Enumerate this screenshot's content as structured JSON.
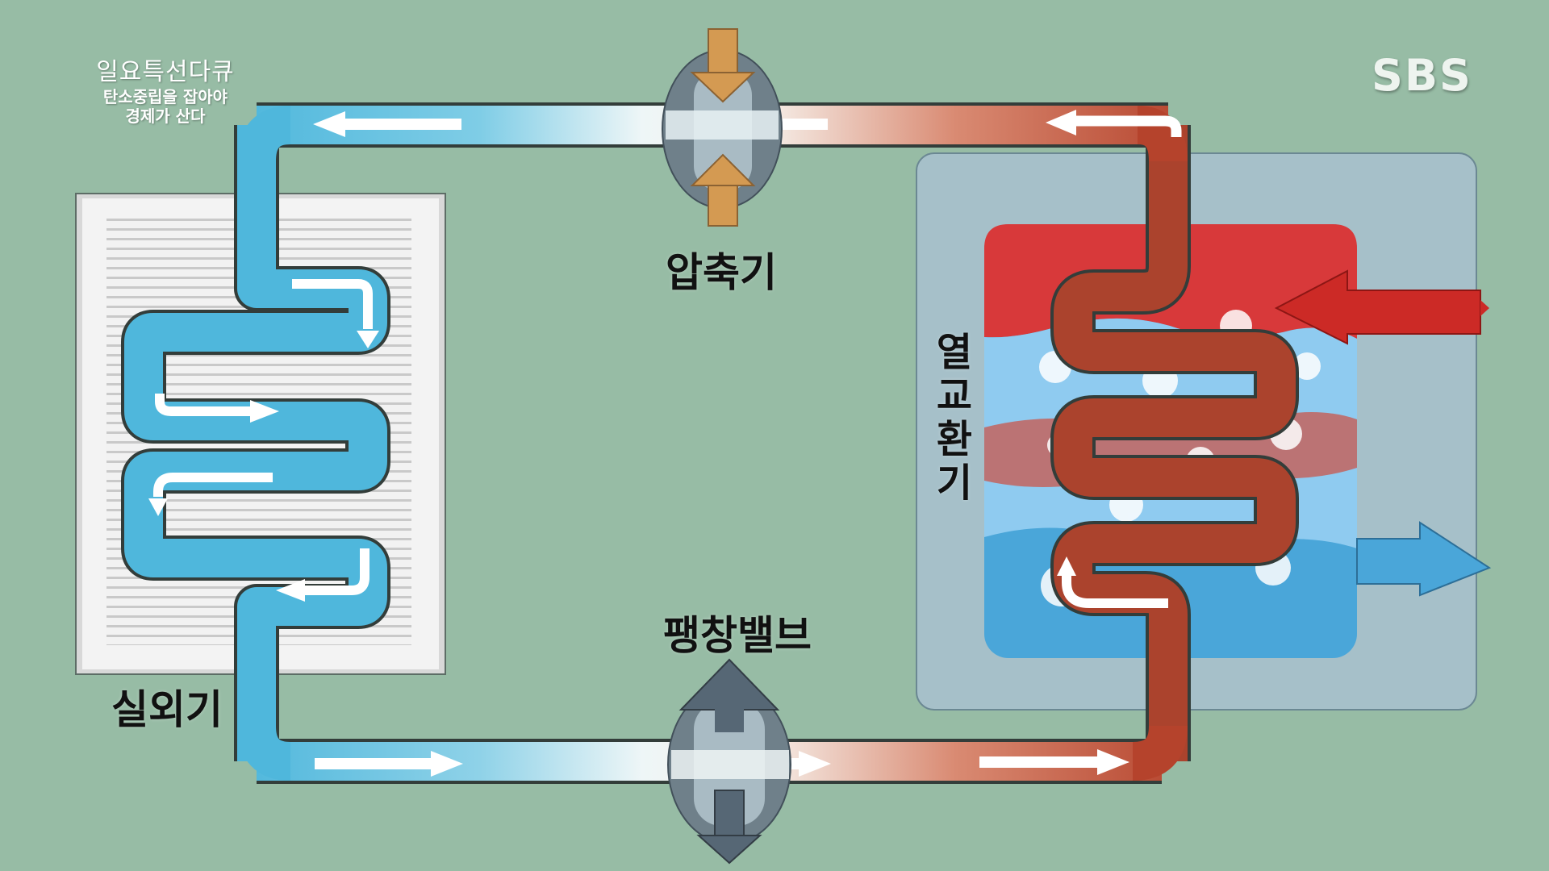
{
  "overlay": {
    "program_title": "일요특선다큐",
    "program_subtitle_1": "탄소중립을 잡아야",
    "program_subtitle_2": "경제가 산다",
    "broadcaster_logo": "SBS"
  },
  "labels": {
    "compressor": "압축기",
    "expansion_valve": "팽창밸브",
    "outdoor_unit": "실외기",
    "heat_exchanger": "열교환기"
  },
  "colors": {
    "background": "#97bca5",
    "cold_refrigerant": "#4fb7dc",
    "hot_refrigerant": "#b5432c",
    "hot_water": "#d8393a",
    "cold_water": "#4aa6d9",
    "flow_arrow": "#ffffff",
    "valve_arrow": "#d49a52"
  },
  "icons": {
    "compressor": "compressor-valve-icon",
    "expansion_valve": "expansion-valve-icon",
    "hot_water_inlet": "red-arrow-left-icon",
    "cold_water_outlet": "blue-arrow-right-icon"
  }
}
